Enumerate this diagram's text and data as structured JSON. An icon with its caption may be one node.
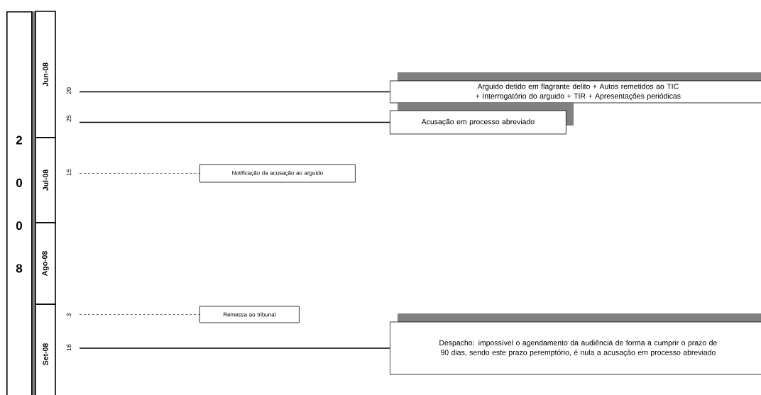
{
  "diagram": {
    "nodes": [
      {
        "text": [
          "2 0 0 8"
        ]
      },
      {
        "text": [
          "Jun-08"
        ]
      },
      {
        "text": [
          "Jul-08"
        ]
      },
      {
        "text": [
          "Ago-08"
        ]
      },
      {
        "text": [
          "Set-08"
        ]
      },
      {
        "text": [
          "Arguido detido em flagrante delito + Autos remetidos ao TIC + Interrogatório do arguido + TIR + Apresentações periódicas"
        ]
      },
      {
        "text": [
          "Acusação em processo abreviado"
        ]
      },
      {
        "text": [
          "Notificação da acusação ao arguido"
        ]
      },
      {
        "text": [
          "Remessa ao tribunal"
        ]
      },
      {
        "text": [
          "Despacho: impossível o agendamento da audiência de forma a cumprir o prazo de 90 dias, sendo este prazo peremptório, é nula a acusação em processo abreviado"
        ]
      }
    ],
    "edges": [
      {
        "from": null,
        "to": 5,
        "arrow": "none"
      },
      {
        "from": null,
        "to": 6,
        "arrow": "none"
      },
      {
        "from": null,
        "to": 7,
        "arrow": "none",
        "style": "dashed"
      },
      {
        "from": null,
        "to": 8,
        "arrow": "none",
        "style": "dashed"
      },
      {
        "from": null,
        "to": 9,
        "arrow": "none"
      }
    ],
    "labels": [
      "20",
      "25",
      "15",
      "3",
      "16"
    ]
  }
}
